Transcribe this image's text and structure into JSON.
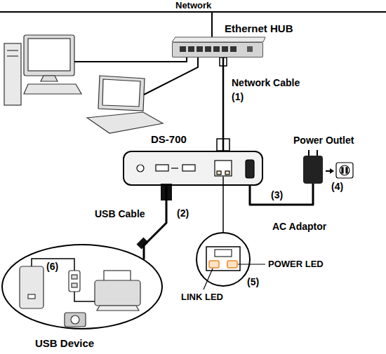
{
  "diagram": {
    "nodes": [
      {
        "text": [
          "Ethernet HUB"
        ]
      },
      {
        "text": [
          "DS-700"
        ]
      },
      {
        "text": [
          "Power Outlet"
        ]
      },
      {
        "text": [
          "USB Device"
        ]
      }
    ],
    "edges": [
      {
        "from": 0,
        "to": 1,
        "arrow": "none",
        "label": "Network Cable"
      },
      {
        "from": 1,
        "to": 3,
        "arrow": "none",
        "label": "USB Cable"
      },
      {
        "from": 1,
        "to": 2,
        "arrow": "none",
        "label": "AC Adaptor"
      }
    ],
    "labels": [
      "Network",
      "(1)",
      "(2)",
      "(3)",
      "(4)",
      "(5)",
      "POWER LED",
      "LINK LED",
      "(6)"
    ]
  }
}
